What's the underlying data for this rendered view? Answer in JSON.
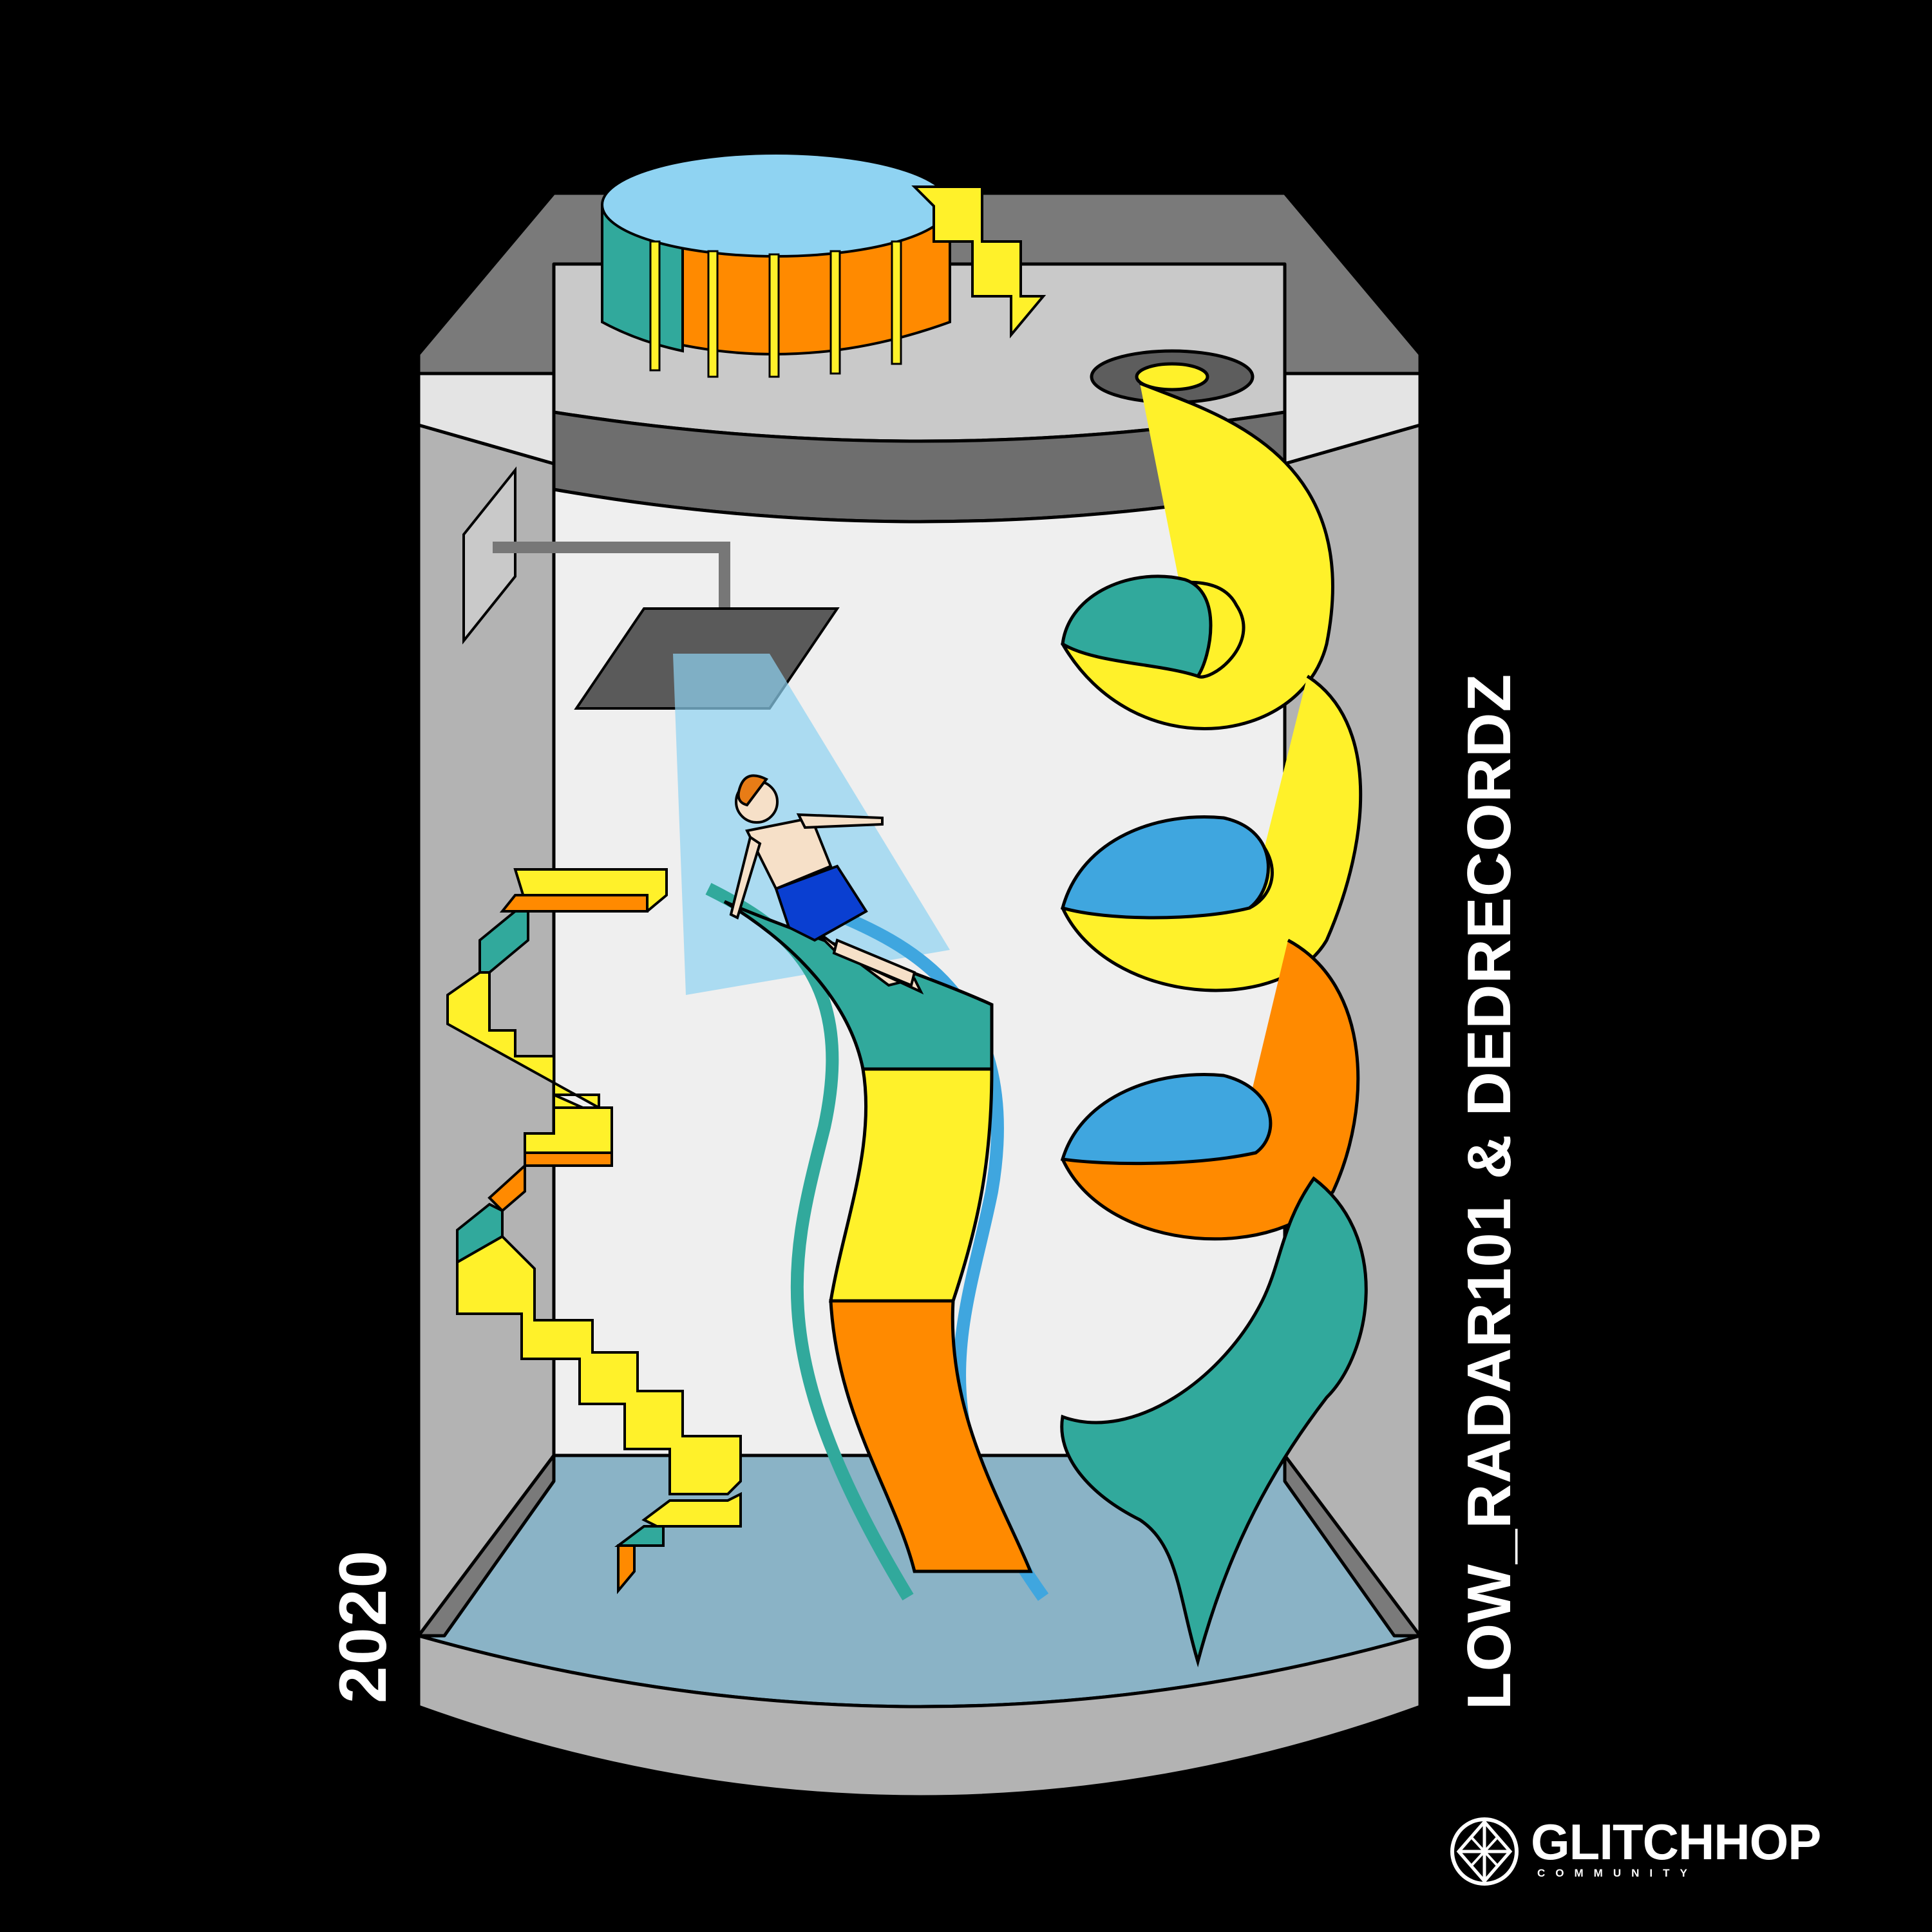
{
  "cover": {
    "year": "2020",
    "artists": "LOW_RADAR101 & DEDRECORDZ"
  },
  "logo": {
    "name": "GLITCHHOP",
    "subtitle": "COMMUNITY"
  },
  "palette": {
    "background": "#000000",
    "wall": "#c8c8c8",
    "wall_dark": "#6f6f6f",
    "interior": "#efefef",
    "water": "#8ab3c6",
    "yellow": "#fff12a",
    "orange": "#ff8a00",
    "teal": "#31a99c",
    "sky": "#8fd3f2",
    "blue": "#3fa6df",
    "shorts": "#0a3fd1"
  }
}
